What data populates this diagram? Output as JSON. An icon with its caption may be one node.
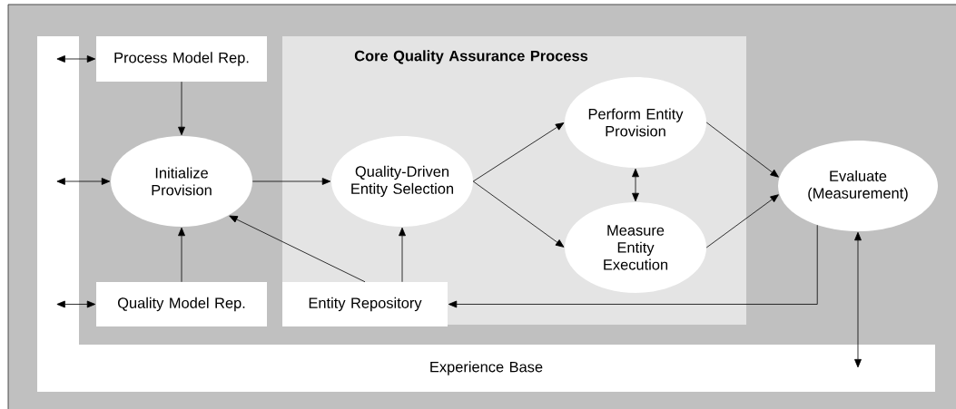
{
  "diagram": {
    "nodes": [
      {
        "text": [
          "Process Model Rep."
        ]
      },
      {
        "text": [
          "Core Quality Assurance Process"
        ]
      },
      {
        "text": [
          "Initialize Provision"
        ]
      },
      {
        "text": [
          "Quality-Driven Entity Selection"
        ],
        "in": 1
      },
      {
        "text": [
          "Perform Entity Provision"
        ],
        "in": 1
      },
      {
        "text": [
          "Measure Entity Execution"
        ],
        "in": 1
      },
      {
        "text": [
          "Evaluate (Measurement)"
        ]
      },
      {
        "text": [
          "Quality Model Rep."
        ]
      },
      {
        "text": [
          "Entity Repository"
        ],
        "in": 1
      },
      {
        "text": [
          "Experience Base"
        ]
      }
    ],
    "edges": [
      {
        "from": 9,
        "to": 0,
        "arrow": "both"
      },
      {
        "from": 9,
        "to": 2,
        "arrow": "both"
      },
      {
        "from": 9,
        "to": 7,
        "arrow": "both"
      },
      {
        "from": 0,
        "to": 2,
        "arrow": "to"
      },
      {
        "from": 7,
        "to": 2,
        "arrow": "to"
      },
      {
        "from": 2,
        "to": 3,
        "arrow": "to"
      },
      {
        "from": 8,
        "to": 2,
        "arrow": "to"
      },
      {
        "from": 8,
        "to": 3,
        "arrow": "to"
      },
      {
        "from": 3,
        "to": 4,
        "arrow": "to"
      },
      {
        "from": 3,
        "to": 5,
        "arrow": "to"
      },
      {
        "from": 4,
        "to": 5,
        "arrow": "both"
      },
      {
        "from": 4,
        "to": 6,
        "arrow": "to"
      },
      {
        "from": 5,
        "to": 6,
        "arrow": "to"
      },
      {
        "from": 6,
        "to": 8,
        "arrow": "to"
      },
      {
        "from": 6,
        "to": 9,
        "arrow": "both"
      }
    ]
  }
}
